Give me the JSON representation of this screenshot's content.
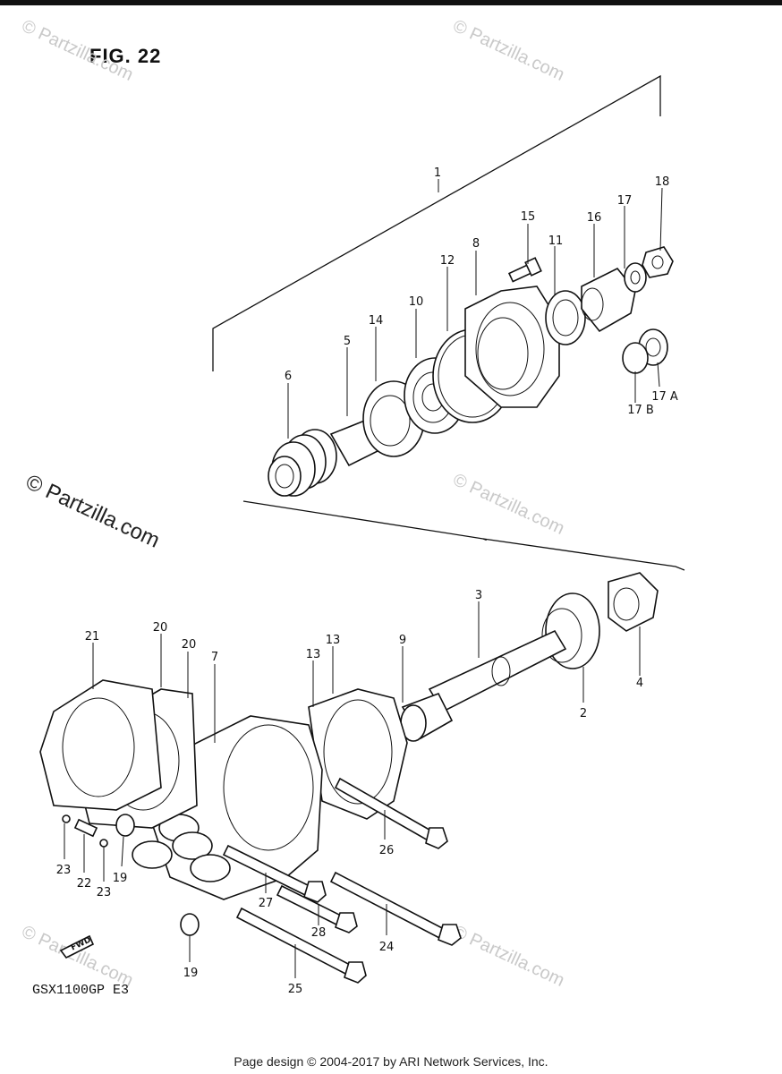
{
  "figure": {
    "title": "FIG. 22",
    "model_code": "GSX1100GP  E3"
  },
  "footer": {
    "text": "Page design © 2004-2017 by ARI Network Services, Inc."
  },
  "watermark": {
    "small": "© Partzilla.com",
    "large": "© Partzilla.com"
  },
  "callouts": [
    {
      "id": "c-1",
      "label": "1"
    },
    {
      "id": "c-2",
      "label": "2"
    },
    {
      "id": "c-3",
      "label": "3"
    },
    {
      "id": "c-4",
      "label": "4"
    },
    {
      "id": "c-5",
      "label": "5"
    },
    {
      "id": "c-6",
      "label": "6"
    },
    {
      "id": "c-7",
      "label": "7"
    },
    {
      "id": "c-8",
      "label": "8"
    },
    {
      "id": "c-9",
      "label": "9"
    },
    {
      "id": "c-10",
      "label": "10"
    },
    {
      "id": "c-11",
      "label": "11"
    },
    {
      "id": "c-12",
      "label": "12"
    },
    {
      "id": "c-13a",
      "label": "13"
    },
    {
      "id": "c-13b",
      "label": "13"
    },
    {
      "id": "c-14",
      "label": "14"
    },
    {
      "id": "c-15",
      "label": "15"
    },
    {
      "id": "c-16",
      "label": "16"
    },
    {
      "id": "c-17",
      "label": "17"
    },
    {
      "id": "c-17a",
      "label": "17 A"
    },
    {
      "id": "c-17b",
      "label": "17 B"
    },
    {
      "id": "c-18",
      "label": "18"
    },
    {
      "id": "c-19a",
      "label": "19"
    },
    {
      "id": "c-19b",
      "label": "19"
    },
    {
      "id": "c-20a",
      "label": "20"
    },
    {
      "id": "c-20b",
      "label": "20"
    },
    {
      "id": "c-21",
      "label": "21"
    },
    {
      "id": "c-22",
      "label": "22"
    },
    {
      "id": "c-23a",
      "label": "23"
    },
    {
      "id": "c-23b",
      "label": "23"
    },
    {
      "id": "c-24",
      "label": "24"
    },
    {
      "id": "c-25",
      "label": "25"
    },
    {
      "id": "c-26",
      "label": "26"
    },
    {
      "id": "c-27",
      "label": "27"
    },
    {
      "id": "c-28",
      "label": "28"
    }
  ]
}
